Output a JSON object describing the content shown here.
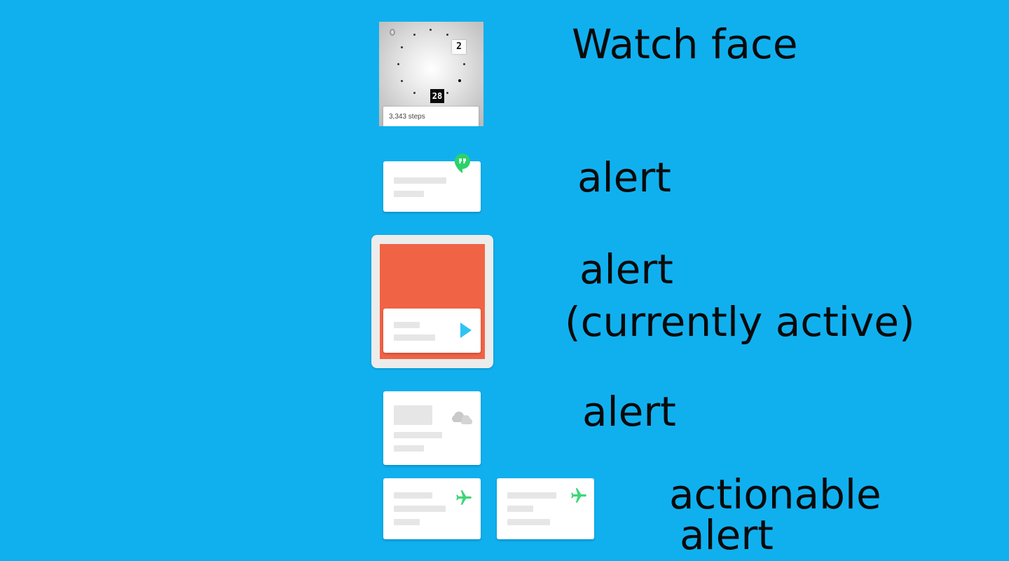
{
  "labels": {
    "watch_face": "Watch face",
    "alert1": "alert",
    "alert2_line1": "alert",
    "alert2_line2": "(currently active)",
    "alert3": "alert",
    "actionable_line1": "actionable",
    "actionable_line2": "alert"
  },
  "watch": {
    "hour_number": "2",
    "date_number": "28",
    "steps_text": "3,343 steps"
  },
  "icons": {
    "alert1": "hangouts-icon",
    "alert2": "play-icon",
    "alert3": "cloud-icon",
    "actionable": "airplane-icon"
  },
  "colors": {
    "background": "#10b0ef",
    "active_alert": "#f06344",
    "hangouts": "#2bd26b",
    "play": "#2fc3f2",
    "airplane": "#3ed67a"
  }
}
